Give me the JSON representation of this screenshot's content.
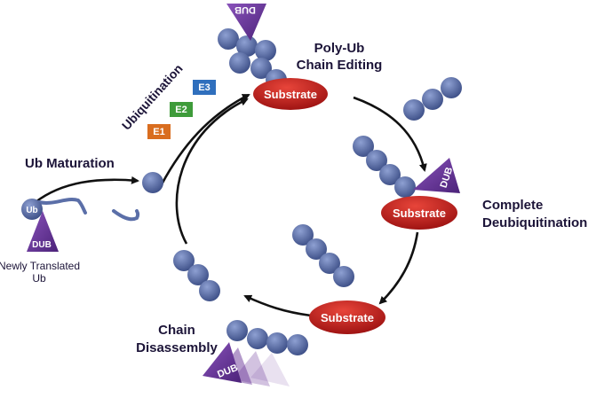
{
  "labels": {
    "ubiquitination": "Ubiquitination",
    "poly_ub_line1": "Poly-Ub",
    "poly_ub_line2": "Chain Editing",
    "ub_maturation": "Ub Maturation",
    "complete_line1": "Complete",
    "complete_line2": "Deubiquitination",
    "chain_line1": "Chain",
    "chain_line2": "Disassembly",
    "newly_line1": "Newly Translated",
    "newly_line2": "Ub"
  },
  "substrate_label": "Substrate",
  "dub_label": "DUB",
  "ub_label": "Ub",
  "enzymes": {
    "e1": "E1",
    "e2": "E2",
    "e3": "E3"
  },
  "colors": {
    "ubiquitin": "#5b6fa8",
    "substrate": "#c41e1e",
    "dub": "#6a3597",
    "e1": "#d96d1f",
    "e2": "#3e9b3a",
    "e3": "#2f6fbd",
    "arrow": "#111111",
    "text": "#1c1438"
  }
}
